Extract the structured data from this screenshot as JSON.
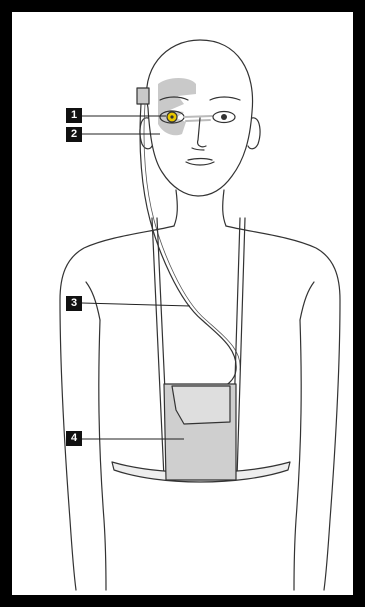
{
  "callouts": [
    {
      "id": "1",
      "label": "1"
    },
    {
      "id": "2",
      "label": "2"
    },
    {
      "id": "3",
      "label": "3"
    },
    {
      "id": "4",
      "label": "4"
    }
  ],
  "colors": {
    "frame": "#000000",
    "line": "#333333",
    "shade": "#c9c9c9",
    "implant": "#e8c600"
  },
  "icons": {
    "implant": "retinal-implant-icon",
    "camera": "eyeglass-camera-icon"
  }
}
